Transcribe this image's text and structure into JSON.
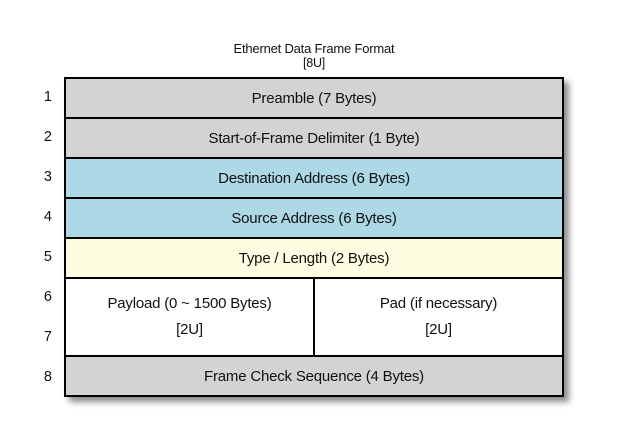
{
  "diagram": {
    "title": "Ethernet Data Frame Format",
    "subtitle": "[8U]",
    "row_numbers": [
      "1",
      "2",
      "3",
      "4",
      "5",
      "6",
      "7",
      "8"
    ],
    "rows": [
      {
        "label": "Preamble (7 Bytes)",
        "color": "#d3d3d3"
      },
      {
        "label": "Start-of-Frame Delimiter (1 Byte)",
        "color": "#d3d3d3"
      },
      {
        "label": "Destination Address (6 Bytes)",
        "color": "#add8e6"
      },
      {
        "label": "Source Address (6 Bytes)",
        "color": "#add8e6"
      },
      {
        "label": "Type / Length (2 Bytes)",
        "color": "#fffde1"
      },
      {
        "merged": true,
        "color": "#ffffff",
        "cells": [
          {
            "line1": "Payload (0 ~ 1500 Bytes)",
            "line2": "[2U]"
          },
          {
            "line1": "Pad (if necessary)",
            "line2": "[2U]"
          }
        ]
      },
      {
        "label": "Frame Check Sequence (4 Bytes)",
        "color": "#d3d3d3"
      }
    ],
    "colors": {
      "gray": "#d3d3d3",
      "blue": "#add8e6",
      "yellow": "#fffde1",
      "white": "#ffffff",
      "border": "#000000",
      "text": "#111111"
    }
  }
}
